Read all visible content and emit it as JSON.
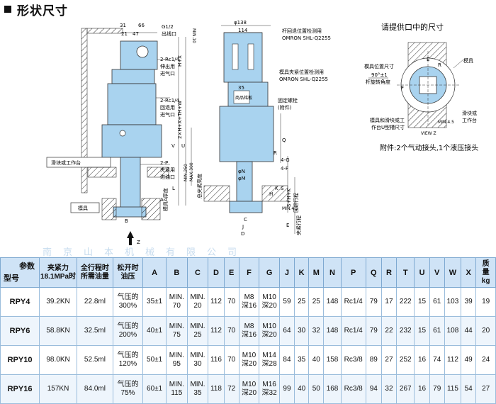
{
  "section_title": "形状尺寸",
  "watermark": "南京山本机械有限公司",
  "drawing": {
    "left_dims": {
      "d31": "31",
      "d66": "66",
      "d21": "21",
      "d47": "47",
      "g12": "G1/2",
      "g12_label": "出线口",
      "min10": "MIN.10",
      "rc_extend": "2-Rc1/4",
      "rc_extend_l1": "伸出用",
      "rc_extend_l2": "进气口",
      "rc_retract": "2-Rc1/4",
      "rc_retract_l1": "回退用",
      "rc_retract_l2": "进气口",
      "oil": "2-P",
      "oil_l1": "夹紧用",
      "oil_l2": "进油口",
      "hx": "H+X",
      "hxt": "2×H+X+T",
      "hw": "H+W",
      "u": "U",
      "v": "V",
      "min250": "MIN.250",
      "max300": "MAX.300",
      "l": "L",
      "a": "A",
      "b_lbl": "B",
      "total": "总夹紧高度",
      "mold_a": "模具A厚度",
      "slide": "滑块或工作台",
      "mold": "模具",
      "z": "Z"
    },
    "center_dims": {
      "d138": "φ138",
      "d114": "114",
      "d35": "35",
      "sensor_top_1": "杆回退位置检测用",
      "sensor_top_2": "OMRON SHL-Q2255",
      "sensor_bot_1": "模具夹紧位置检测用",
      "sensor_bot_2": "OMRON SHL-Q2255",
      "bolt_1": "固定螺栓",
      "bolt_2": "(附件)",
      "plate": "商品铭板",
      "q": "Q",
      "r": "R",
      "dn": "φN",
      "dm": "φM",
      "four_g": "4-G",
      "four_f": "4-F",
      "k": "K",
      "c": "C",
      "j": "J",
      "d": "D",
      "e": "E",
      "min45": "MIN.4.5",
      "clamp_stroke": "夹紧行程",
      "shk": "S+H+K",
      "ret": "回退行程",
      "s": "S",
      "h": "H"
    },
    "right": {
      "title": "请提供口中的尺寸",
      "mold": "模具",
      "mold_pos": "模具位置尺寸",
      "rotation": "90°±1",
      "rotation_l": "杆旋转角度",
      "u_slot": "模具和滑块或工",
      "u_slot2": "作台U型槽尺寸",
      "slide1": "滑块或",
      "slide2": "工作台",
      "view_z": "VIEW Z",
      "min45": "MIN.4.5",
      "e": "E",
      "r": "R",
      "f": "F",
      "note": "附件:2个气动接头,1个液压接头"
    }
  },
  "table": {
    "corner_param": "参数",
    "corner_model": "型号",
    "headers": {
      "force": "夹紧力\n18.1MPa时",
      "oil": "全行程时\n所需油量",
      "pressure": "松开时\n油压",
      "letters": [
        "A",
        "B",
        "C",
        "D",
        "E",
        "F",
        "G",
        "J",
        "K",
        "M",
        "N",
        "P",
        "Q",
        "R",
        "T",
        "U",
        "V",
        "W",
        "X"
      ],
      "weight": "质\n量\nkg"
    },
    "rows": [
      {
        "model": "RPY4",
        "force": "39.2KN",
        "oil": "22.8ml",
        "pressure": "气压的\n300%",
        "cells": [
          "35±1",
          "MIN.\n70",
          "MIN.\n20",
          "112",
          "70",
          "M8\n深16",
          "M10\n深20",
          "59",
          "25",
          "25",
          "148",
          "Rc1/4",
          "79",
          "17",
          "222",
          "15",
          "61",
          "103",
          "39"
        ],
        "weight": "19"
      },
      {
        "model": "RPY6",
        "force": "58.8KN",
        "oil": "32.5ml",
        "pressure": "气压的\n200%",
        "cells": [
          "40±1",
          "MIN.\n75",
          "MIN.\n25",
          "112",
          "70",
          "M8\n深16",
          "M10\n深20",
          "64",
          "30",
          "32",
          "148",
          "Rc1/4",
          "79",
          "22",
          "232",
          "15",
          "61",
          "108",
          "44"
        ],
        "weight": "20"
      },
      {
        "model": "RPY10",
        "force": "98.0KN",
        "oil": "52.5ml",
        "pressure": "气压的\n120%",
        "cells": [
          "50±1",
          "MIN.\n95",
          "MIN.\n30",
          "116",
          "70",
          "M10\n深20",
          "M14\n深28",
          "84",
          "35",
          "40",
          "158",
          "Rc3/8",
          "89",
          "27",
          "252",
          "16",
          "74",
          "112",
          "49"
        ],
        "weight": "24"
      },
      {
        "model": "RPY16",
        "force": "157KN",
        "oil": "84.0ml",
        "pressure": "气压的\n75%",
        "cells": [
          "60±1",
          "MIN.\n115",
          "MIN.\n35",
          "118",
          "72",
          "M10\n深20",
          "M16\n深32",
          "99",
          "40",
          "50",
          "168",
          "Rc3/8",
          "94",
          "32",
          "267",
          "16",
          "79",
          "115",
          "54"
        ],
        "weight": "27"
      }
    ]
  }
}
